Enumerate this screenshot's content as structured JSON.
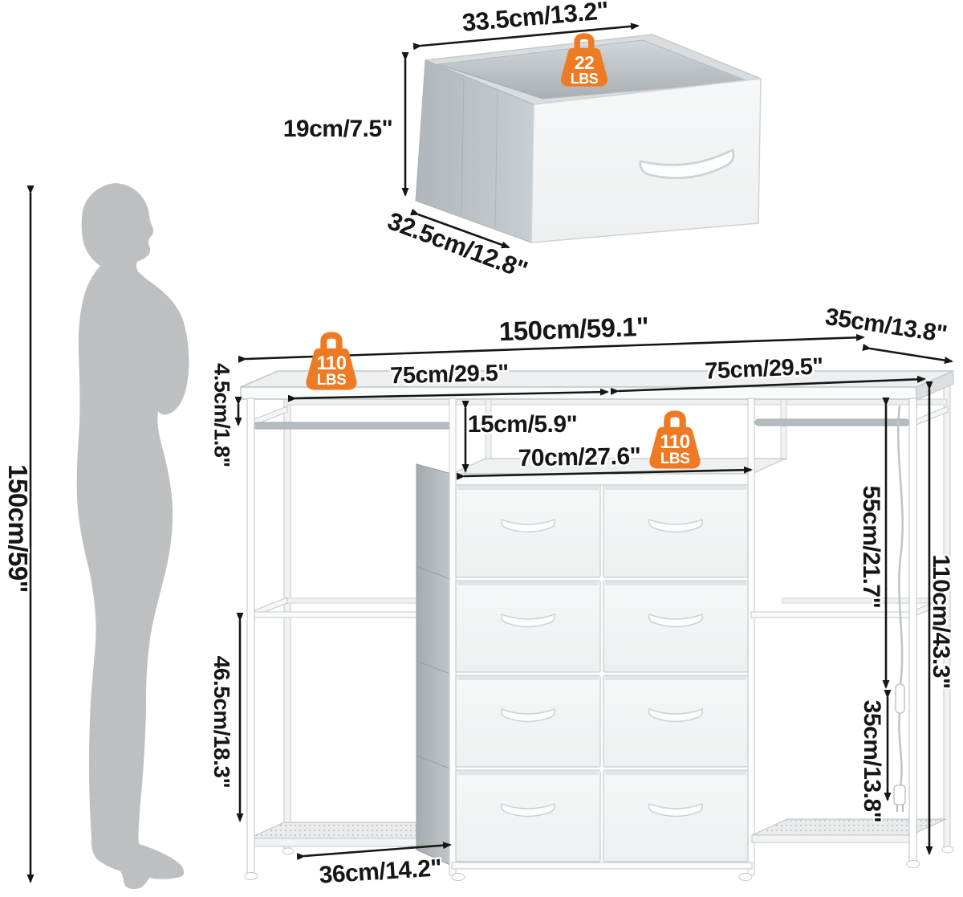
{
  "bin": {
    "width_label": "33.5cm/13.2\"",
    "height_label": "19cm/7.5\"",
    "depth_label": "32.5cm/12.8\"",
    "capacity": {
      "value": "22",
      "unit": "LBS"
    }
  },
  "person": {
    "height_label": "150cm/59\""
  },
  "unit": {
    "total_width_label": "150cm/59.1\"",
    "depth_label": "35cm/13.8\"",
    "top_thickness_label": "4.5cm/1.8\"",
    "left_span_label": "75cm/29.5\"",
    "right_span_label": "75cm/29.5\"",
    "top_capacity": {
      "value": "110",
      "unit": "LBS"
    },
    "shelf_gap_label": "15cm/5.9\"",
    "dresser_width_label": "70cm/27.6\"",
    "shelf_capacity": {
      "value": "110",
      "unit": "LBS"
    },
    "dresser_height_label": "55cm/21.7\"",
    "total_height_label": "110cm/43.3\"",
    "left_hanging_clearance_label": "46.5cm/18.3\"",
    "right_hanging_clearance_label": "35cm/13.8\"",
    "side_shelf_width_label": "36cm/14.2\""
  },
  "colors": {
    "accent_orange": "#EE7A23",
    "dimension_ink": "#161616",
    "silhouette_gray": "#BDBFC1",
    "frame_stroke": "#C4C8CB"
  }
}
